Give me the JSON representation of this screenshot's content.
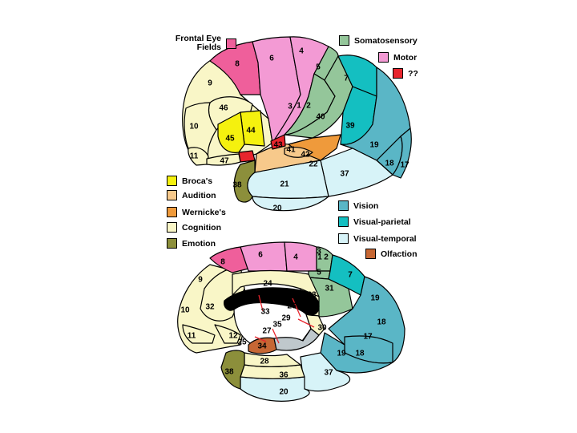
{
  "colors": {
    "frontal_eye_fields": "#ef5f9b",
    "motor": "#f39ad4",
    "somatosensory": "#94c69a",
    "unknown": "#e8252d",
    "brocas": "#f5f10e",
    "audition": "#f7c98b",
    "wernickes": "#ef9a3b",
    "cognition": "#f9f6c7",
    "emotion": "#8c8f3b",
    "vision": "#5ab6c6",
    "visual_parietal": "#14bfc1",
    "visual_temporal": "#d7f3f8",
    "olfaction": "#c66734",
    "corpus": "#000000"
  },
  "legend": [
    {
      "id": "frontal-eye-fields",
      "label": "Frontal Eye Fields",
      "color": "#ef5f9b"
    },
    {
      "id": "somatosensory",
      "label": "Somatosensory",
      "color": "#94c69a"
    },
    {
      "id": "motor",
      "label": "Motor",
      "color": "#f39ad4"
    },
    {
      "id": "unknown",
      "label": "??",
      "color": "#e8252d"
    },
    {
      "id": "brocas",
      "label": "Broca's",
      "color": "#f5f10e"
    },
    {
      "id": "audition",
      "label": "Audition",
      "color": "#f7c98b"
    },
    {
      "id": "wernickes",
      "label": "Wernicke's",
      "color": "#ef9a3b"
    },
    {
      "id": "cognition",
      "label": "Cognition",
      "color": "#f9f6c7"
    },
    {
      "id": "emotion",
      "label": "Emotion",
      "color": "#8c8f3b"
    },
    {
      "id": "vision",
      "label": "Vision",
      "color": "#5ab6c6"
    },
    {
      "id": "visual-parietal",
      "label": "Visual-parietal",
      "color": "#14bfc1"
    },
    {
      "id": "visual-temporal",
      "label": "Visual-temporal",
      "color": "#d7f3f8"
    },
    {
      "id": "olfaction",
      "label": "Olfaction",
      "color": "#c66734"
    }
  ],
  "lateral_areas": [
    "9",
    "8",
    "6",
    "4",
    "5",
    "7",
    "46",
    "10",
    "44",
    "45",
    "3",
    "1",
    "2",
    "40",
    "39",
    "43",
    "41",
    "42",
    "22",
    "19",
    "18",
    "17",
    "11",
    "47",
    "38",
    "21",
    "37",
    "20"
  ],
  "medial_areas": [
    "3",
    "1",
    "2",
    "6",
    "4",
    "8",
    "9",
    "5",
    "31",
    "7",
    "24",
    "23",
    "32",
    "33",
    "26",
    "29",
    "19",
    "10",
    "35",
    "30",
    "18",
    "27",
    "12",
    "25",
    "17",
    "34",
    "11",
    "19",
    "18",
    "28",
    "38",
    "36",
    "37",
    "20"
  ]
}
